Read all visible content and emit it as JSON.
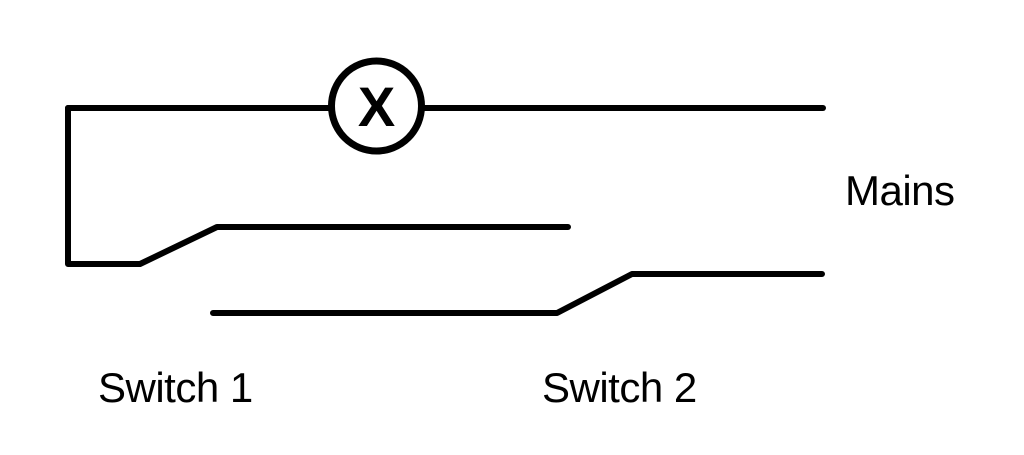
{
  "colors": {
    "background": "#ffffff",
    "line": "#000000",
    "text": "#000000"
  },
  "lamp": {
    "symbol": "X"
  },
  "labels": {
    "mains": "Mains",
    "switch1": "Switch 1",
    "switch2": "Switch 2"
  }
}
